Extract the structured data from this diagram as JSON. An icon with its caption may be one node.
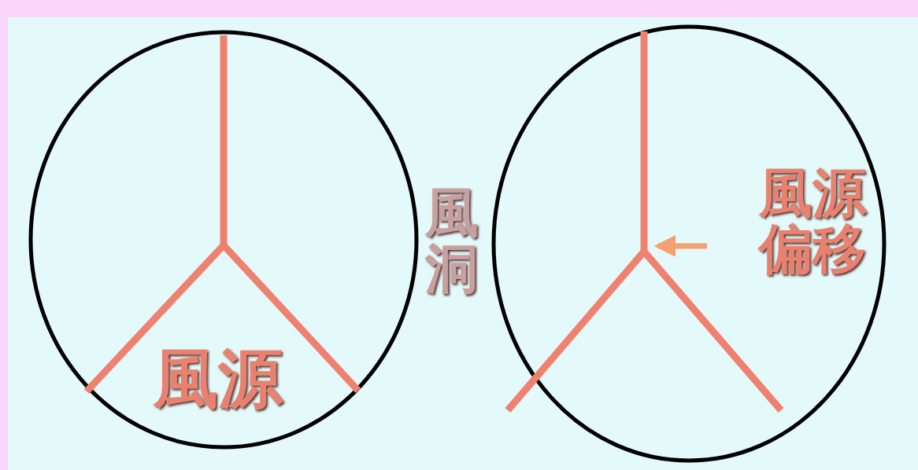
{
  "diagram": {
    "labels": [
      "風源",
      "風洞",
      "風源偏移"
    ]
  }
}
